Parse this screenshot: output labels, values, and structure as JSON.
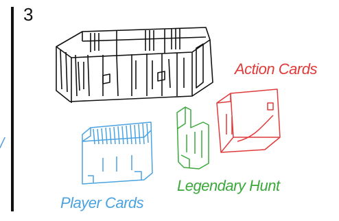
{
  "step_number": "3",
  "edge_fragment": "/",
  "labels": {
    "action_cards": "Action Cards",
    "legendary_hunt": "Legendary Hunt",
    "player_cards": "Player Cards"
  },
  "colors": {
    "tray_black": "#111111",
    "action_red": "#e03a3a",
    "legendary_green": "#3aa83a",
    "player_blue": "#4aa3e0"
  }
}
